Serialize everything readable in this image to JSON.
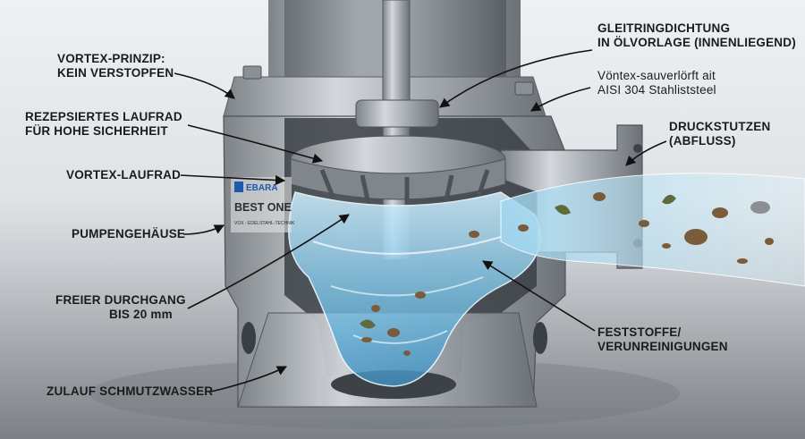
{
  "labels": {
    "vortex_principle": [
      "VORTEX-PRINZIP:",
      "KEIN VERSTOPFEN"
    ],
    "impeller_safety": [
      "REZEPSIERTES LAUFRAD",
      "FÜR HOHE SICHERHEIT"
    ],
    "vortex_impeller": [
      "VORTEX-LAUFRAD"
    ],
    "pump_housing": [
      "PUMPENGEHÄUSE"
    ],
    "free_passage": [
      "FREIER DURCHGANG",
      "BIS 20 mm"
    ],
    "inlet": [
      "ZULAUF SCHMUTZWASSER"
    ],
    "mechanical_seal": [
      "GLEITRINGDICHTUNG",
      "IN ÖLVORLAGE (INNENLIEGEND)"
    ],
    "stainless": [
      "Vöntex-sauverlörft ait",
      "AISI 304 Stahliststeel"
    ],
    "discharge": [
      "DRUCKSTUTZEN",
      "(ABFLUSS)"
    ],
    "solids": [
      "FESTSTOFFE/",
      "VERUNREINIGUNGEN"
    ]
  },
  "pump_badge": {
    "brand": "EBARA",
    "model": "BEST ONE",
    "subtitle": "VOX - EDELSTAHL-TECHNIK"
  },
  "colors": {
    "steel_light": "#c9cdd1",
    "steel_mid": "#9aa0a6",
    "steel_dark": "#5e6469",
    "water": "#7fc4e6",
    "water_deep": "#3f8fc0",
    "debris": "#7a5b3c",
    "brand_blue": "#1e5aa8"
  }
}
